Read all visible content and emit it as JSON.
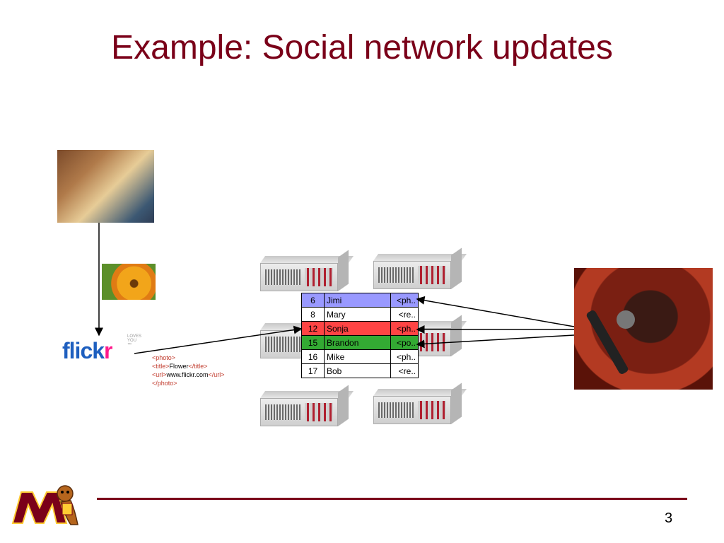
{
  "slide": {
    "title": "Example: Social network updates",
    "page_number": "3"
  },
  "flickr": {
    "logo_text_blue": "flick",
    "logo_text_pink": "r",
    "tagline": "LOVES YOU ™"
  },
  "xml_snippet": {
    "open_photo": "<photo>",
    "title_open": "<title>",
    "title_value": "Flower",
    "title_close": "</title>",
    "url_open": "<url>",
    "url_value": "www.flickr.com",
    "url_close": "</url>",
    "close_photo": "</photo>"
  },
  "table": {
    "rows": [
      {
        "id": "6",
        "name": "Jimi",
        "data": "<ph..",
        "color": "#9999ff"
      },
      {
        "id": "8",
        "name": "Mary",
        "data": "<re..",
        "color": "#ffffff"
      },
      {
        "id": "12",
        "name": "Sonja",
        "data": "<ph..",
        "color": "#ff4444"
      },
      {
        "id": "15",
        "name": "Brandon",
        "data": "<po..",
        "color": "#33aa33"
      },
      {
        "id": "16",
        "name": "Mike",
        "data": "<ph..",
        "color": "#ffffff"
      },
      {
        "id": "17",
        "name": "Bob",
        "data": "<re..",
        "color": "#ffffff"
      }
    ]
  },
  "colors": {
    "title": "#7a0019",
    "accent_rule": "#7a0019"
  }
}
